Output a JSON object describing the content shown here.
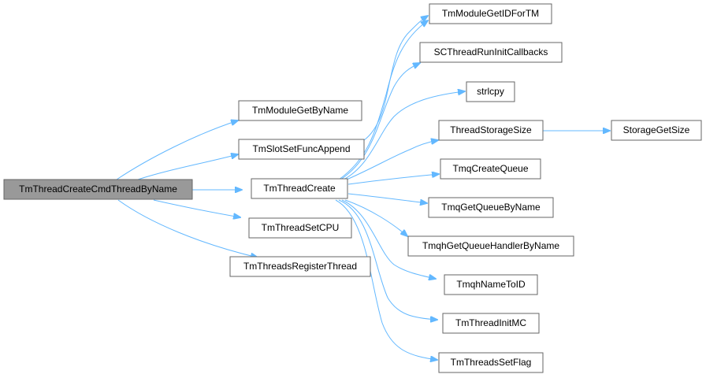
{
  "graph": {
    "nodes": {
      "root": "TmThreadCreateCmdThreadByName",
      "tm_module_get_by_name": "TmModuleGetByName",
      "tm_slot_set_func_append": "TmSlotSetFuncAppend",
      "tm_thread_create": "TmThreadCreate",
      "tm_thread_set_cpu": "TmThreadSetCPU",
      "tm_threads_register_thread": "TmThreadsRegisterThread",
      "tm_module_get_id_for_tm": "TmModuleGetIDForTM",
      "sc_thread_run_init_callbacks": "SCThreadRunInitCallbacks",
      "strlcpy": "strlcpy",
      "thread_storage_size": "ThreadStorageSize",
      "storage_get_size": "StorageGetSize",
      "tmq_create_queue": "TmqCreateQueue",
      "tmq_get_queue_by_name": "TmqGetQueueByName",
      "tmqh_get_queue_handler_by_name": "TmqhGetQueueHandlerByName",
      "tmqh_name_to_id": "TmqhNameToID",
      "tm_thread_init_mc": "TmThreadInitMC",
      "tm_threads_set_flag": "TmThreadsSetFlag"
    }
  },
  "colors": {
    "edge": "#63b8ff",
    "node_border": "#666666",
    "root_fill": "#999999",
    "node_fill": "#ffffff"
  }
}
